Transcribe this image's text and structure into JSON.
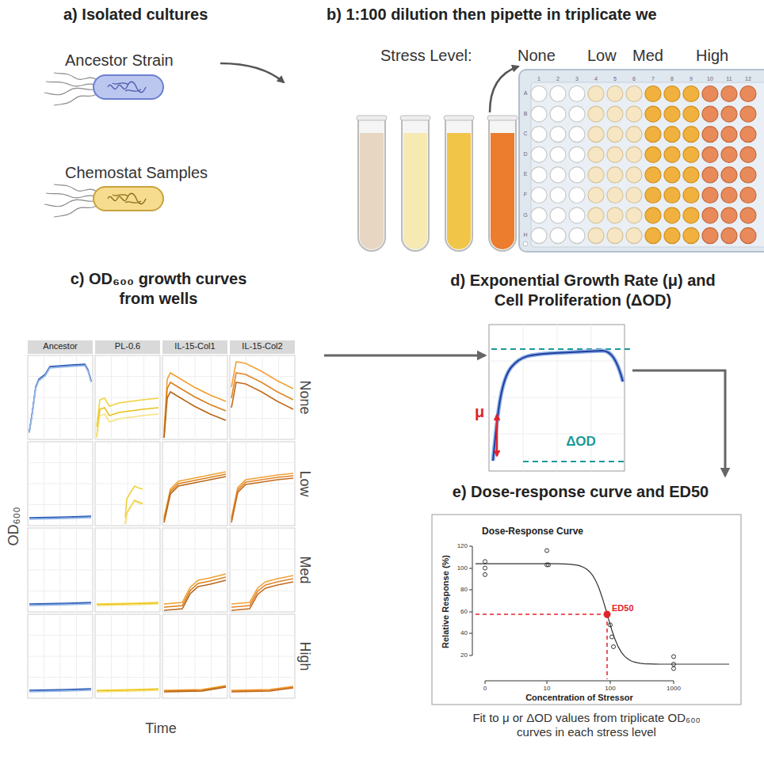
{
  "diagram": {
    "nodes": [
      {
        "text": [
          "c) OD₆₀₀ growth curves from wells"
        ]
      },
      {
        "text": [
          "d) Exponential Growth Rate (μ) and Cell Proliferation (ΔOD)"
        ]
      },
      {
        "text": [
          "e) Dose-response curve and ED50"
        ]
      }
    ],
    "edges": [
      {
        "from": 0,
        "to": 1,
        "arrow": "to"
      },
      {
        "from": 1,
        "to": 2,
        "arrow": "to"
      }
    ],
    "labels": [
      "a) Isolated cultures",
      "b) 1:100 dilution then pipette in triplicate we",
      "Ancestor Strain",
      "Chemostat Samples",
      "Stress Level:",
      "None",
      "Low",
      "Med",
      "High",
      "1",
      "2",
      "3",
      "4",
      "5",
      "6",
      "7",
      "8",
      "9",
      "10",
      "11",
      "12",
      "A",
      "B",
      "C",
      "D",
      "E",
      "F",
      "G",
      "H",
      "Ancestor",
      "PL-0.6",
      "IL-15-Col1",
      "IL-15-Col2",
      "None",
      "Low",
      "Med",
      "High",
      "OD₆₀₀",
      "Time",
      "μ",
      "ΔOD",
      "Dose-Response Curve",
      "120",
      "100",
      "80",
      "60",
      "40",
      "20",
      "0",
      "10",
      "100",
      "1000",
      "Relative Response (%)",
      "Concentration of Stressor",
      "ED50",
      "Fit to μ or ΔOD values from triplicate OD₆₀₀ curves in each stress level"
    ]
  }
}
